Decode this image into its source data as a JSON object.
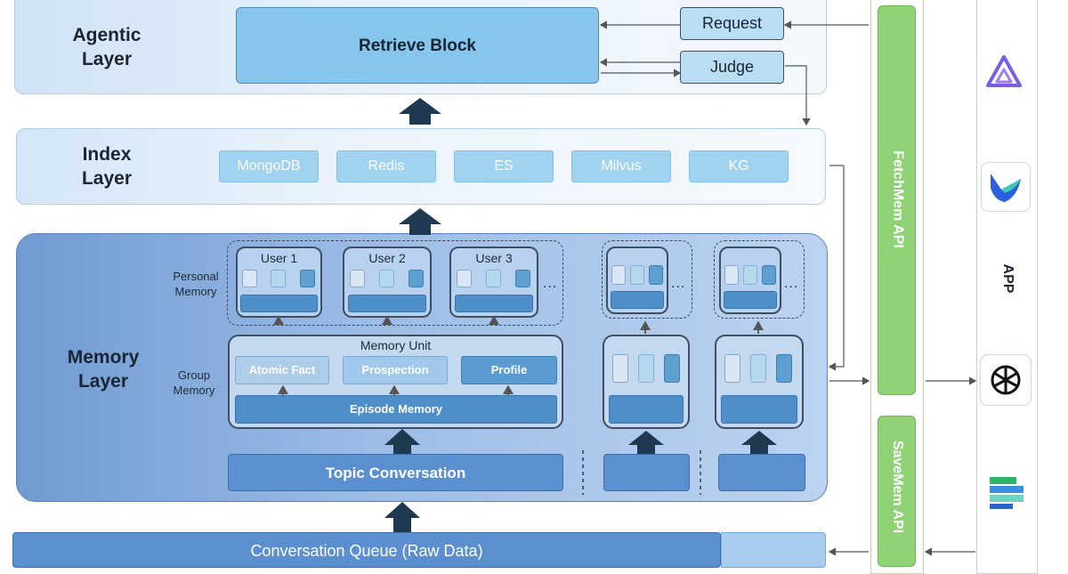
{
  "agentic_layer": {
    "label_line1": "Agentic",
    "label_line2": "Layer",
    "retrieve_block": "Retrieve Block",
    "request": "Request",
    "judge": "Judge"
  },
  "index_layer": {
    "label_line1": "Index",
    "label_line2": "Layer",
    "stores": [
      "MongoDB",
      "Redis",
      "ES",
      "Milvus",
      "KG"
    ]
  },
  "memory_layer": {
    "label_line1": "Memory",
    "label_line2": "Layer",
    "personal_memory_line1": "Personal",
    "personal_memory_line2": "Memory",
    "group_memory_line1": "Group",
    "group_memory_line2": "Memory",
    "users": [
      "User 1",
      "User 2",
      "User 3"
    ],
    "ellipsis": "...",
    "memory_unit": "Memory Unit",
    "atomic_fact": "Atomic Fact",
    "prospection": "Prospection",
    "profile": "Profile",
    "episode_memory": "Episode Memory",
    "topic_conversation": "Topic Conversation"
  },
  "conversation_queue": "Conversation Queue (Raw Data)",
  "apis": {
    "fetch": "FetchMem API",
    "save": "SaveMem API"
  },
  "app_label": "APP",
  "colors": {
    "api_green": "#8fd175",
    "memory_layer_blue": "#7ea8dc",
    "pill_blue": "#9fd3f0",
    "dark_arrow": "#1f3a50"
  },
  "icons": [
    "triangle-logo-icon",
    "wing-logo-icon",
    "openai-logo-icon",
    "stacked-bars-logo-icon"
  ]
}
